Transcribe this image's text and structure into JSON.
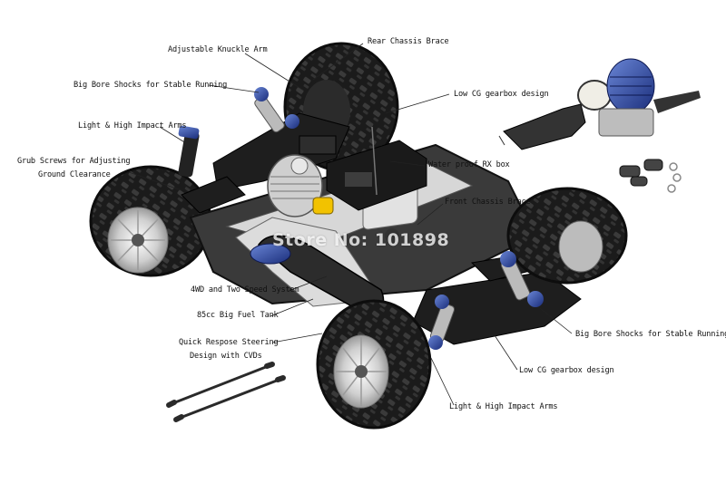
{
  "labels": {
    "knuckle_arm": "Adjustable Knuckle Arm",
    "rear_chassis_brace": "Rear Chassis Brace",
    "big_bore_shocks_rear": "Big Bore Shocks for Stable Running",
    "low_cg_gearbox_top": "Low CG gearbox design",
    "impact_arms_rear": "Light & High Impact Arms",
    "grub_screws_line1": "Grub Screws for Adjusting",
    "grub_screws_line2": "Ground Clearance",
    "rx_box": "Water proof RX box",
    "front_chassis_brace": "Front Chassis Brace",
    "drive_system": "4WD and Two Speed System",
    "fuel_tank": "85cc Big Fuel Tank",
    "big_bore_shocks_front": "Big Bore Shocks for Stable Running",
    "steering_line1": "Quick Respose Steering",
    "steering_line2": "Design with CVDs",
    "low_cg_gearbox_bottom": "Low CG gearbox design",
    "impact_arms_front": "Light & High Impact Arms"
  },
  "watermark": "Store No: 101898",
  "colors": {
    "tire": "#1c1c1c",
    "rim": "#d4d4d4",
    "chassis": "#2a2a2a",
    "shock_blue": "#1f2f9e",
    "engine_blue": "#2d4fa0",
    "label_text": "#111111"
  }
}
